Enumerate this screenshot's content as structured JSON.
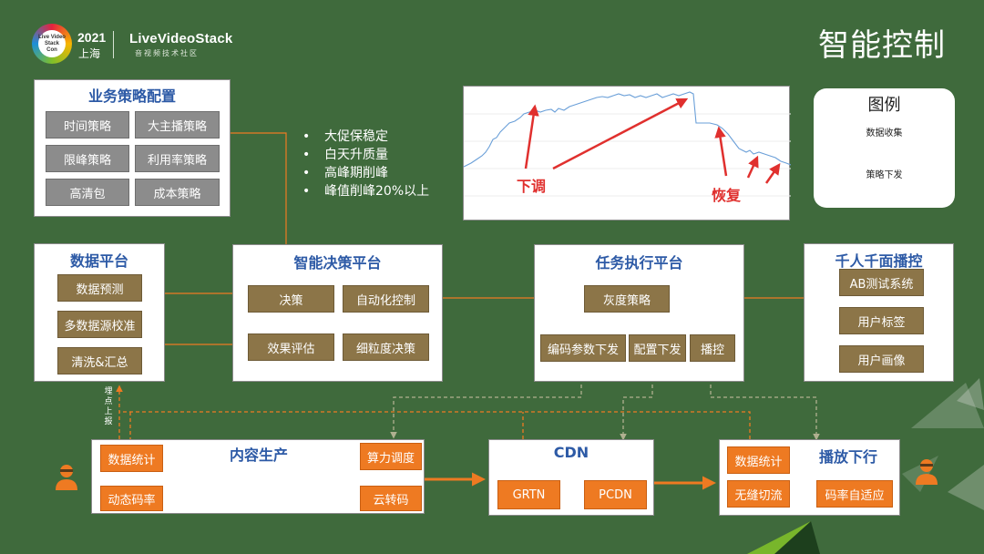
{
  "header": {
    "logo_lines": [
      "Live Video",
      "Stack",
      "Con"
    ],
    "year": "2021",
    "city": "上海",
    "brand": "LiveVideoStack",
    "brand_sub": "音视频技术社区",
    "page_title": "智能控制"
  },
  "strategy": {
    "title": "业务策略配置",
    "items": [
      "时间策略",
      "大主播策略",
      "限峰策略",
      "利用率策略",
      "高清包",
      "成本策略"
    ]
  },
  "bullets": [
    "大促保稳定",
    "白天升质量",
    "高峰期削峰",
    "峰值削峰20%以上"
  ],
  "chart": {
    "label_down": "下调",
    "label_recover": "恢复",
    "line_color": "#6a9fd8",
    "arrow_color": "#e0302e"
  },
  "legend": {
    "title": "图例",
    "collect": "数据收集",
    "dispatch": "策略下发",
    "collect_color": "#ee7a22",
    "dispatch_color": "#9aa07a"
  },
  "data_platform": {
    "title": "数据平台",
    "items": [
      "数据预测",
      "多数据源校准",
      "清洗&汇总"
    ]
  },
  "decision": {
    "title": "智能决策平台",
    "items": [
      "决策",
      "自动化控制",
      "效果评估",
      "细粒度决策"
    ]
  },
  "task": {
    "title": "任务执行平台",
    "root": "灰度策略",
    "items": [
      "编码参数下发",
      "配置下发",
      "播控"
    ]
  },
  "thousand": {
    "title": "千人千面播控",
    "items": [
      "AB测试系统",
      "用户标签",
      "用户画像"
    ]
  },
  "buried_label": "埋点上报",
  "content": {
    "title": "内容生产",
    "items": [
      "数据统计",
      "算力调度",
      "动态码率",
      "云转码"
    ]
  },
  "cdn": {
    "title": "CDN",
    "items": [
      "GRTN",
      "PCDN"
    ]
  },
  "playback": {
    "title": "播放下行",
    "items": [
      "数据统计",
      "无缝切流",
      "码率自适应"
    ]
  },
  "colors": {
    "background": "#3f6a3c",
    "panel_title": "#2d5aa6",
    "orange": "#ee7a22",
    "brown": "#8c7548",
    "gray": "#8c8c8c"
  }
}
